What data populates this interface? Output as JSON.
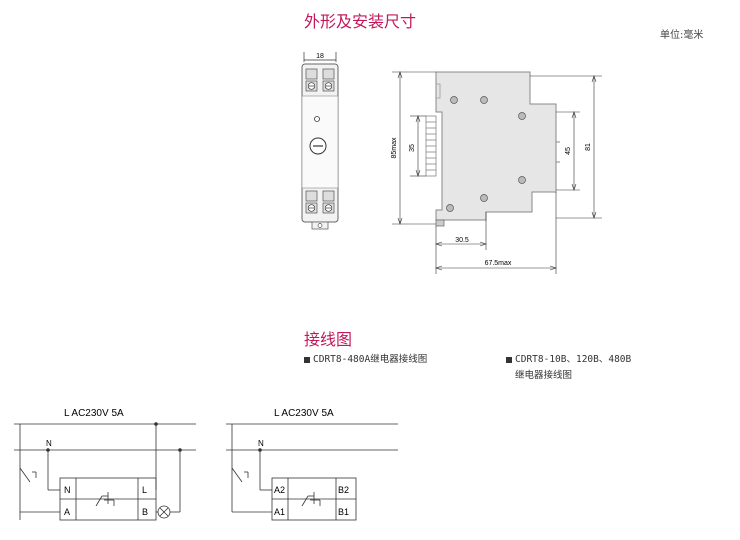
{
  "sections": {
    "dimensions_title": "外形及安装尺寸",
    "unit_label": "单位:毫米",
    "wiring_title": "接线图"
  },
  "front_view": {
    "width_dim": "18"
  },
  "side_view": {
    "dims": {
      "height_max": "85max",
      "rail_35": "35",
      "inner_45": "45",
      "height_81": "81",
      "depth_30_5": "30.5",
      "depth_67_5": "67.5max"
    }
  },
  "captions": {
    "left": {
      "model": "CDRT8-480A",
      "text": "继电器接线图"
    },
    "right": {
      "model": "CDRT8-10B、120B、480B",
      "text": "继电器接线图"
    }
  },
  "wiring_left": {
    "supply": "L  AC230V  5A",
    "neutral": "N",
    "terminals": {
      "top_left": "N",
      "bottom_left": "A",
      "top_right": "L",
      "bottom_right": "B"
    }
  },
  "wiring_right": {
    "supply": "L  AC230V  5A",
    "neutral": "N",
    "terminals": {
      "top_left": "A2",
      "bottom_left": "A1",
      "top_right": "B2",
      "bottom_right": "B1"
    }
  }
}
